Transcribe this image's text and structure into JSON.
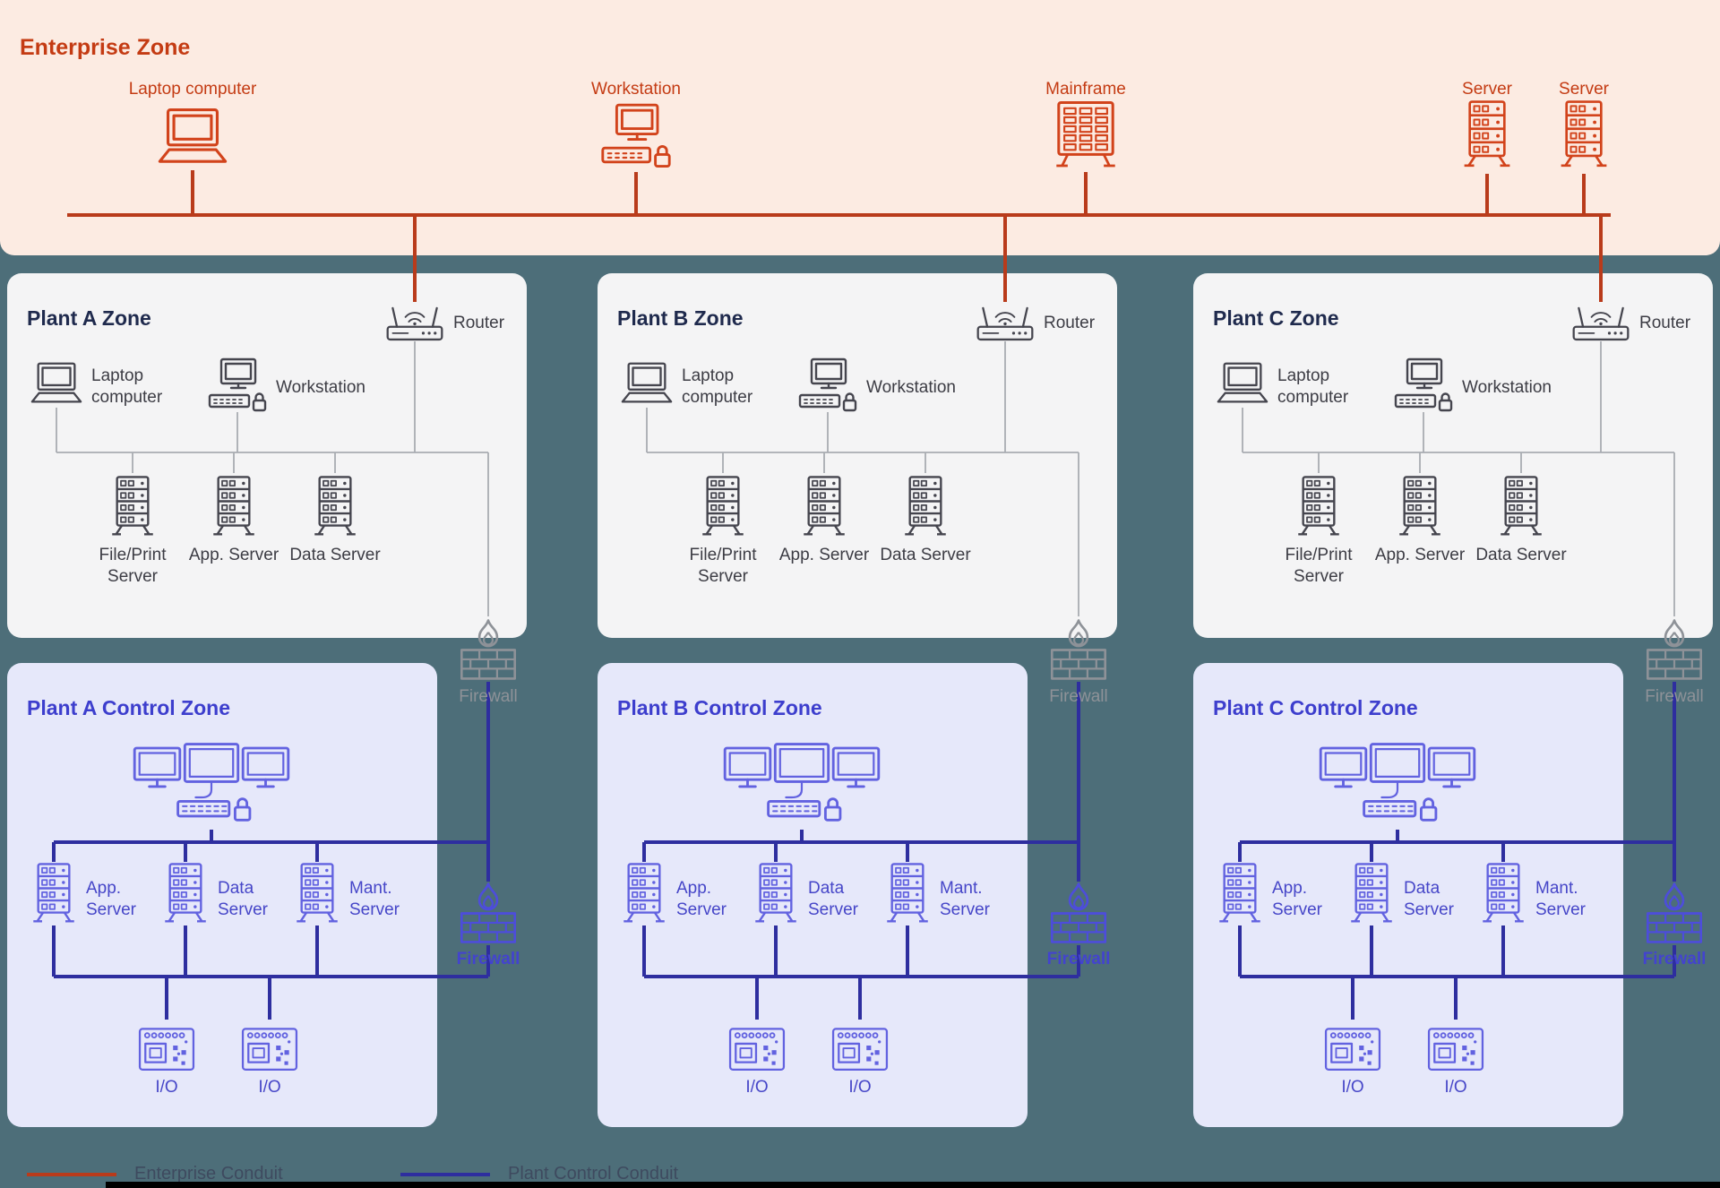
{
  "colors": {
    "canvas_background": "#4d6e79",
    "enterprise_zone_bg": "#fcebe2",
    "enterprise_accent": "#c43b13",
    "enterprise_icon": "#d2431b",
    "plant_zone_bg": "#f4f4f5",
    "plant_title": "#1f2a4d",
    "plant_icon": "#45454e",
    "lan_line": "#a8acb2",
    "firewall_gray": "#8e9298",
    "control_zone_bg": "#e6e8fa",
    "control_title": "#3d3ecd",
    "control_icon": "#6262e0",
    "control_label": "#4646c8",
    "conduit_enterprise": "#b93b1b",
    "conduit_control": "#2e2e9f"
  },
  "enterprise_zone": {
    "title": "Enterprise Zone",
    "devices": [
      {
        "icon": "laptop-icon",
        "label": "Laptop computer"
      },
      {
        "icon": "workstation-icon",
        "label": "Workstation"
      },
      {
        "icon": "mainframe-icon",
        "label": "Mainframe"
      },
      {
        "icon": "server-icon",
        "label": "Server"
      },
      {
        "icon": "server-icon",
        "label": "Server"
      }
    ]
  },
  "plant_zones": [
    {
      "title": "Plant A Zone",
      "router_label": "Router",
      "laptop_label": "Laptop computer",
      "workstation_label": "Workstation",
      "servers": [
        "File/Print Server",
        "App. Server",
        "Data Server"
      ],
      "firewall_label": "Firewall"
    },
    {
      "title": "Plant B Zone",
      "router_label": "Router",
      "laptop_label": "Laptop computer",
      "workstation_label": "Workstation",
      "servers": [
        "File/Print Server",
        "App. Server",
        "Data Server"
      ],
      "firewall_label": "Firewall"
    },
    {
      "title": "Plant C Zone",
      "router_label": "Router",
      "laptop_label": "Laptop computer",
      "workstation_label": "Workstation",
      "servers": [
        "File/Print Server",
        "App. Server",
        "Data Server"
      ],
      "firewall_label": "Firewall"
    }
  ],
  "control_zones": [
    {
      "title": "Plant A Control Zone",
      "servers": [
        "App. Server",
        "Data Server",
        "Mant. Server"
      ],
      "io_units": [
        "I/O",
        "I/O"
      ],
      "firewall_label": "Firewall"
    },
    {
      "title": "Plant B Control Zone",
      "servers": [
        "App. Server",
        "Data Server",
        "Mant. Server"
      ],
      "io_units": [
        "I/O",
        "I/O"
      ],
      "firewall_label": "Firewall"
    },
    {
      "title": "Plant C Control Zone",
      "servers": [
        "App. Server",
        "Data Server",
        "Mant. Server"
      ],
      "io_units": [
        "I/O",
        "I/O"
      ],
      "firewall_label": "Firewall"
    }
  ],
  "legend": {
    "enterprise_label": "Enterprise Conduit",
    "control_label": "Plant Control Conduit"
  }
}
